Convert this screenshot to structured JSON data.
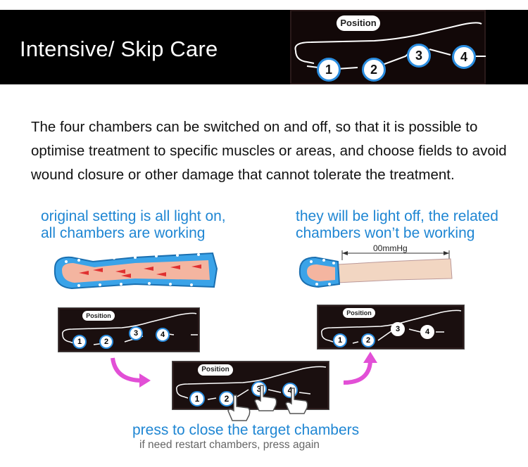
{
  "banner": {
    "title": "Intensive/ Skip Care"
  },
  "position_label": "Position",
  "chambers": [
    "1",
    "2",
    "3",
    "4"
  ],
  "description": "The four chambers can be switched on and off, so that it is possible to optimise treatment to specific muscles or areas, and choose fields to avoid wound closure or other damage that cannot tolerate the treatment.",
  "left_caption": {
    "line1": "original setting is all light on,",
    "line2": "all chambers are working"
  },
  "right_caption": {
    "line1": "they will be light off, the related",
    "line2": "chambers won’t be working"
  },
  "pressure_label": "00mmHg",
  "bottom_caption": {
    "main": "press to close the target chambers",
    "sub": "if need restart chambers, press again"
  },
  "colors": {
    "accent_blue": "#1f86d3",
    "chamber_ring": "#2a8de0",
    "arrow_pink": "#e24fd6",
    "panel_bg": "#1a0f0f"
  }
}
